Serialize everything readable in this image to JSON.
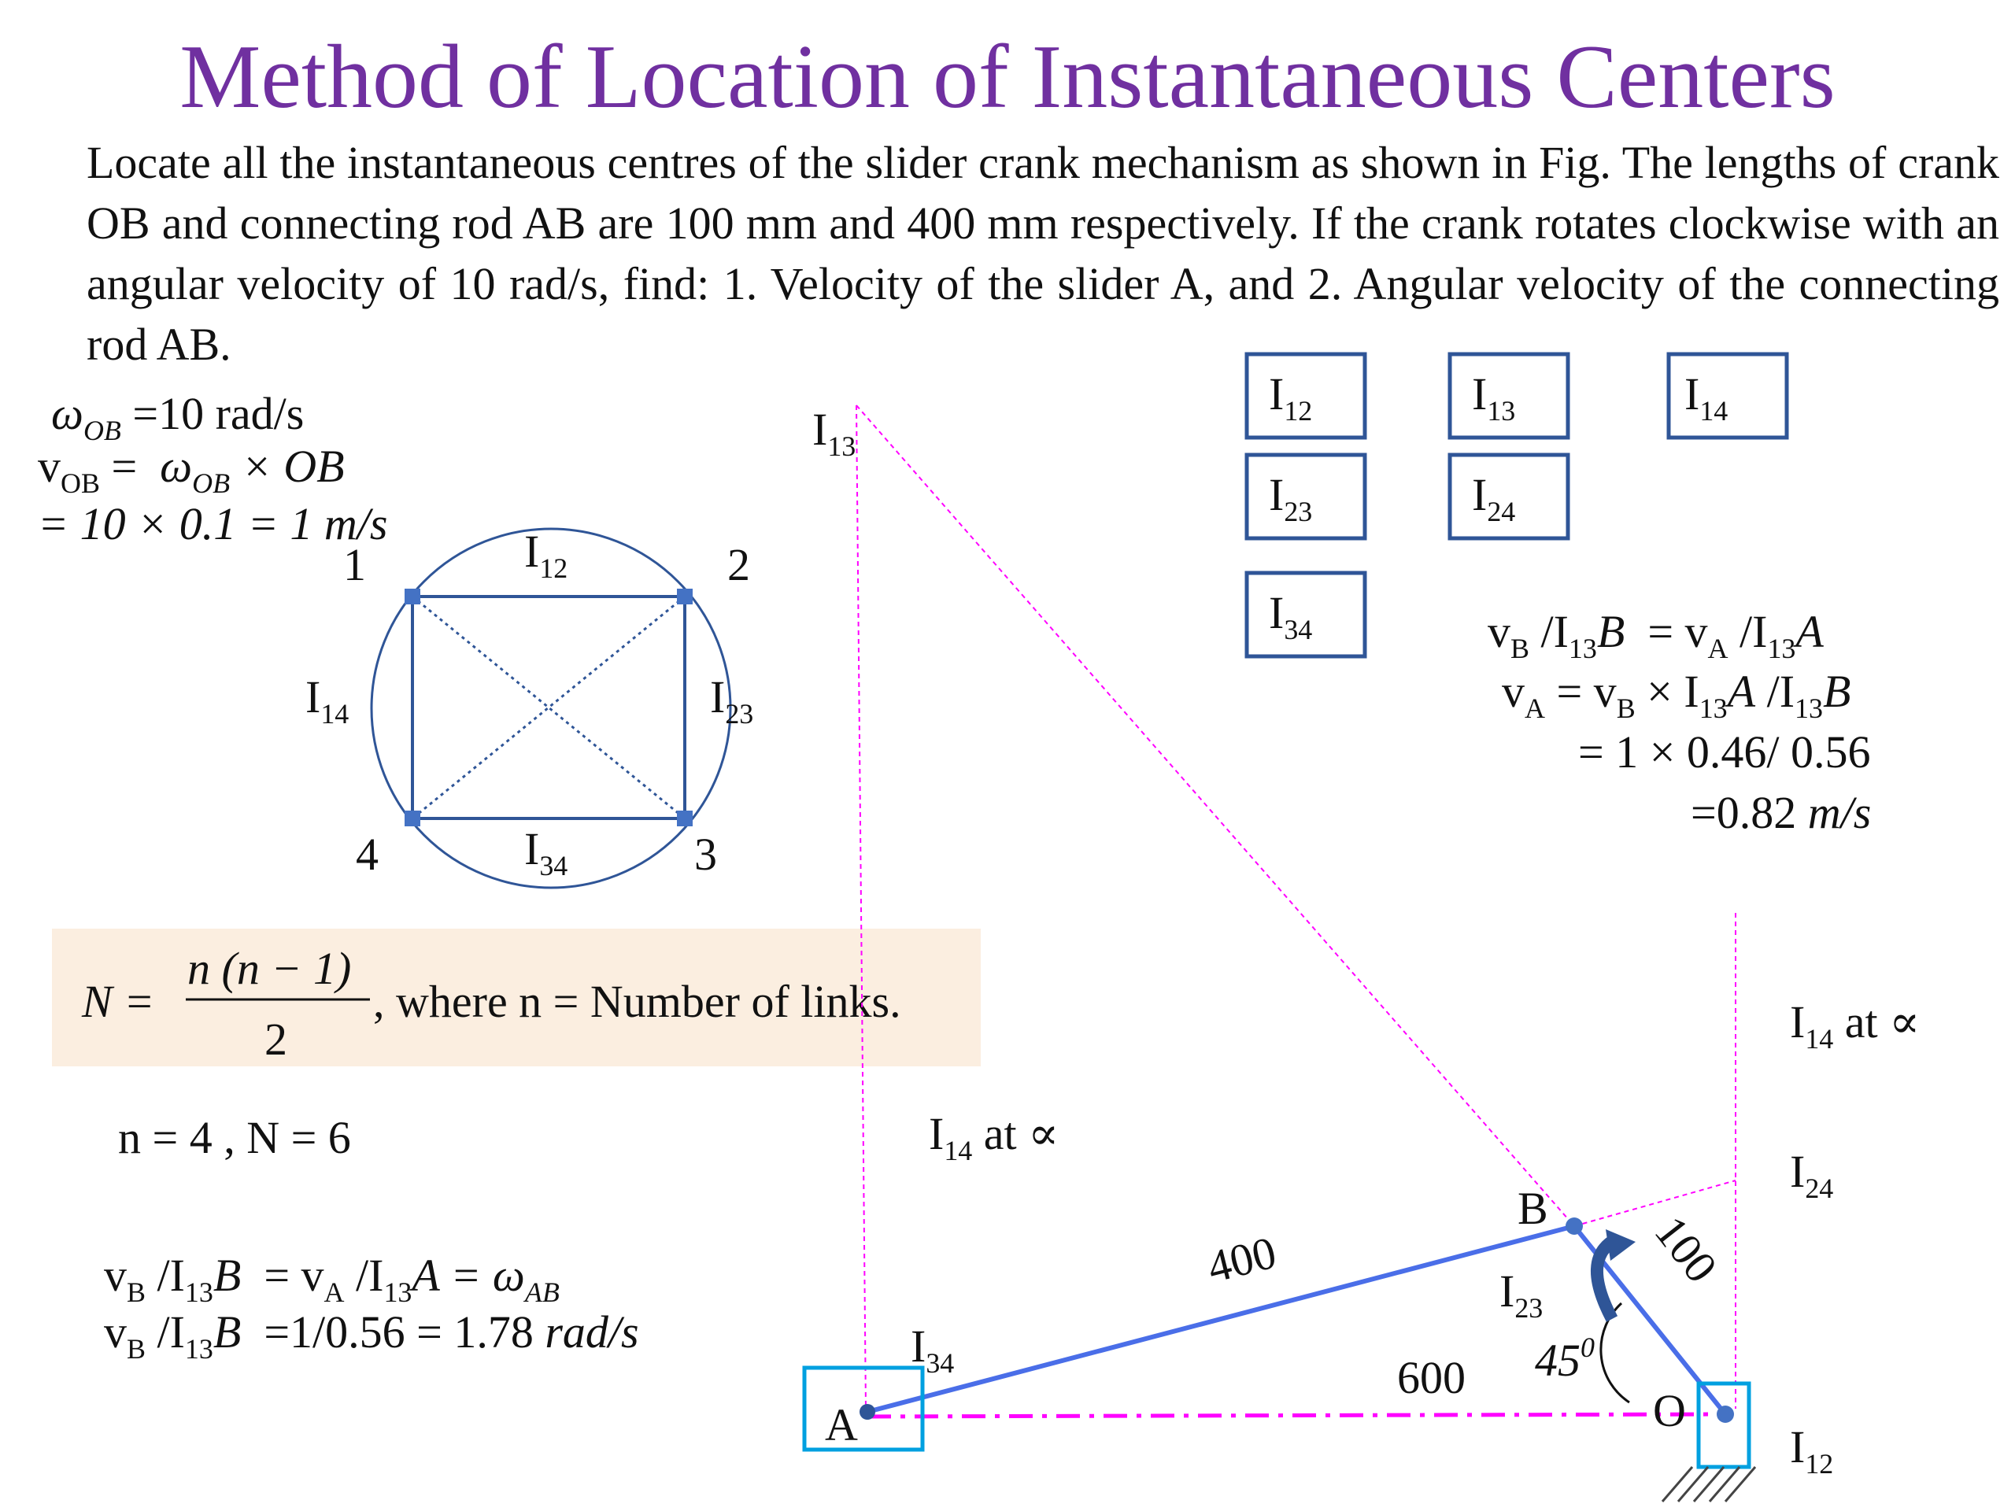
{
  "title": "Method of Location of Instantaneous Centers",
  "problem": "Locate all the instantaneous centres of the slider crank mechanism as shown in Fig. The lengths of crank OB and connecting rod AB are 100 mm and 400 mm respectively. If the crank rotates clockwise with an angular velocity of 10 rad/s, find: 1. Velocity of the slider A, and 2. Angular velocity of the connecting rod AB.",
  "given": {
    "omega_line": {
      "sym": "ω",
      "sub": "OB",
      "rest": " =10 rad/s"
    },
    "v_line": {
      "sym": "v",
      "sub": "OB",
      "eq": " =  ",
      "sym2": "ω",
      "sub2": "OB",
      "rest": " × OB"
    },
    "calc_line": "= 10 × 0.1 = 1 m/s"
  },
  "circle_diagram": {
    "nodes": [
      "1",
      "2",
      "3",
      "4"
    ],
    "edges": [
      {
        "base": "I",
        "sub": "12"
      },
      {
        "base": "I",
        "sub": "23"
      },
      {
        "base": "I",
        "sub": "34"
      },
      {
        "base": "I",
        "sub": "14"
      }
    ]
  },
  "formula": {
    "lhs": "N =",
    "num": "n (n − 1)",
    "den": "2",
    "rest": ",  where n = Number of links."
  },
  "count_line": "n = 4 , N = 6",
  "omega_calc": {
    "line1_left": "v",
    "line1_sub1": "B",
    "line1_mid": " /I",
    "line1_sub2": "13",
    "line1_b": "B",
    "line1_eq": "  = v",
    "line1_sub3": "A",
    "line1_mid2": " /I",
    "line1_sub4": "13",
    "line1_a": "A",
    "line1_eq2": " = ω",
    "line1_sub5": "AB",
    "line2_left": "v",
    "line2_sub1": "B",
    "line2_mid": " /I",
    "line2_sub2": "13",
    "line2_b": "B",
    "line2_rest": "  =1/0.56 = 1.78 ",
    "line2_unit": "rad/s"
  },
  "ic_boxes": [
    {
      "base": "I",
      "sub": "12"
    },
    {
      "base": "I",
      "sub": "13"
    },
    {
      "base": "I",
      "sub": "14"
    },
    {
      "base": "I",
      "sub": "23"
    },
    {
      "base": "I",
      "sub": "24"
    },
    {
      "base": "I",
      "sub": "34"
    }
  ],
  "va_calc": {
    "l1": {
      "a": "v",
      "as": "B",
      "b": " /I",
      "bs": "13",
      "c": "B",
      "d": "  = v",
      "ds": "A",
      "e": " /I",
      "es": "13",
      "f": "A"
    },
    "l2": {
      "a": "v",
      "as": "A",
      "b": " = v",
      "bs": "B",
      "c": " × I",
      "cs": "13",
      "d": "A",
      "e": " /I",
      "es": "13",
      "f": "B"
    },
    "l3": "= 1 × 0.46/ 0.56",
    "l4_val": "=0.82 ",
    "l4_unit": "m/s"
  },
  "mechanism": {
    "labels": {
      "A": "A",
      "B": "B",
      "O": "O",
      "I13": {
        "base": "I",
        "sub": "13"
      },
      "I14_left": {
        "base": "I",
        "sub": "14",
        "rest": " at ∝"
      },
      "I14_right": {
        "base": "I",
        "sub": "14",
        "rest": " at ∝"
      },
      "I24": {
        "base": "I",
        "sub": "24"
      },
      "I23": {
        "base": "I",
        "sub": "23"
      },
      "I34": {
        "base": "I",
        "sub": "34"
      },
      "I12": {
        "base": "I",
        "sub": "12"
      }
    },
    "dimensions": {
      "rod": "400",
      "crank": "100",
      "base": "600",
      "angle": "45",
      "angle_unit": "0"
    }
  },
  "colors": {
    "title": "#7030a0",
    "links": "#2f5597",
    "mechanism_link": "#4a6ee8",
    "dashed": "#ff00ff",
    "slider": "#00a0e0",
    "formula_bg": "#fbeee0"
  }
}
